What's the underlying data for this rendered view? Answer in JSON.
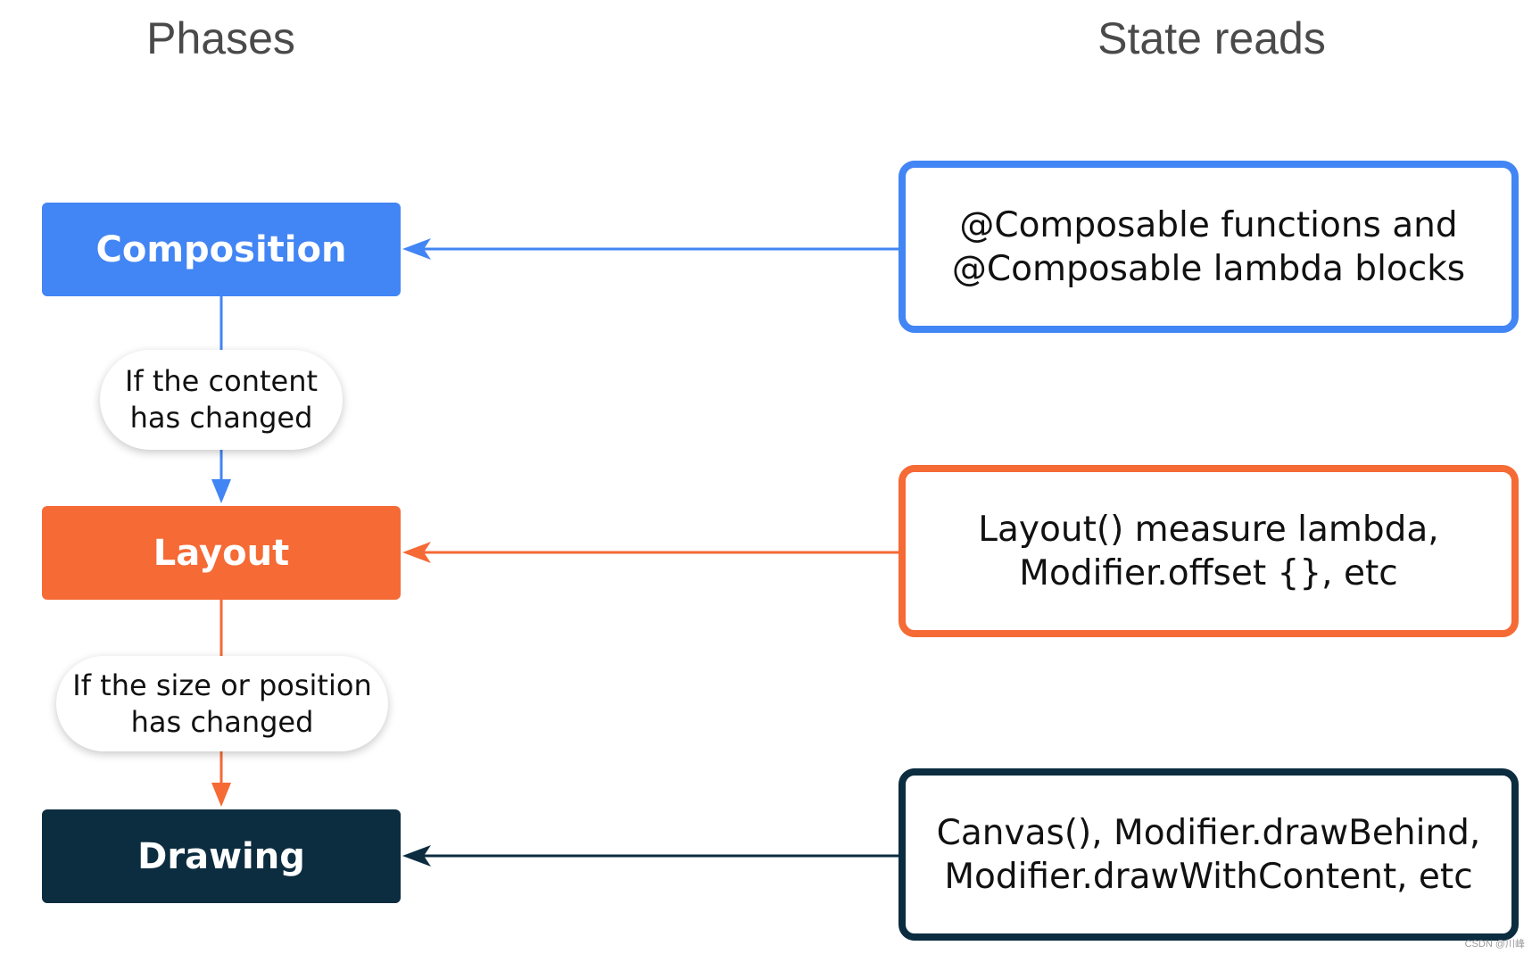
{
  "headers": {
    "phases": "Phases",
    "state_reads": "State reads"
  },
  "phases": [
    {
      "label": "Composition",
      "color": "#4285f4"
    },
    {
      "label": "Layout",
      "color": "#f56a35"
    },
    {
      "label": "Drawing",
      "color": "#0c2c40"
    }
  ],
  "conditions": [
    {
      "line1": "If the content",
      "line2": "has changed"
    },
    {
      "line1": "If the size or position",
      "line2": "has changed"
    }
  ],
  "state_reads": [
    {
      "line1": "@Composable functions and",
      "line2": "@Composable lambda blocks"
    },
    {
      "line1": "Layout() measure lambda,",
      "line2": "Modifier.offset {}, etc"
    },
    {
      "line1": "Canvas(), Modifier.drawBehind,",
      "line2": "Modifier.drawWithContent, etc"
    }
  ],
  "watermark": "CSDN @川峰"
}
